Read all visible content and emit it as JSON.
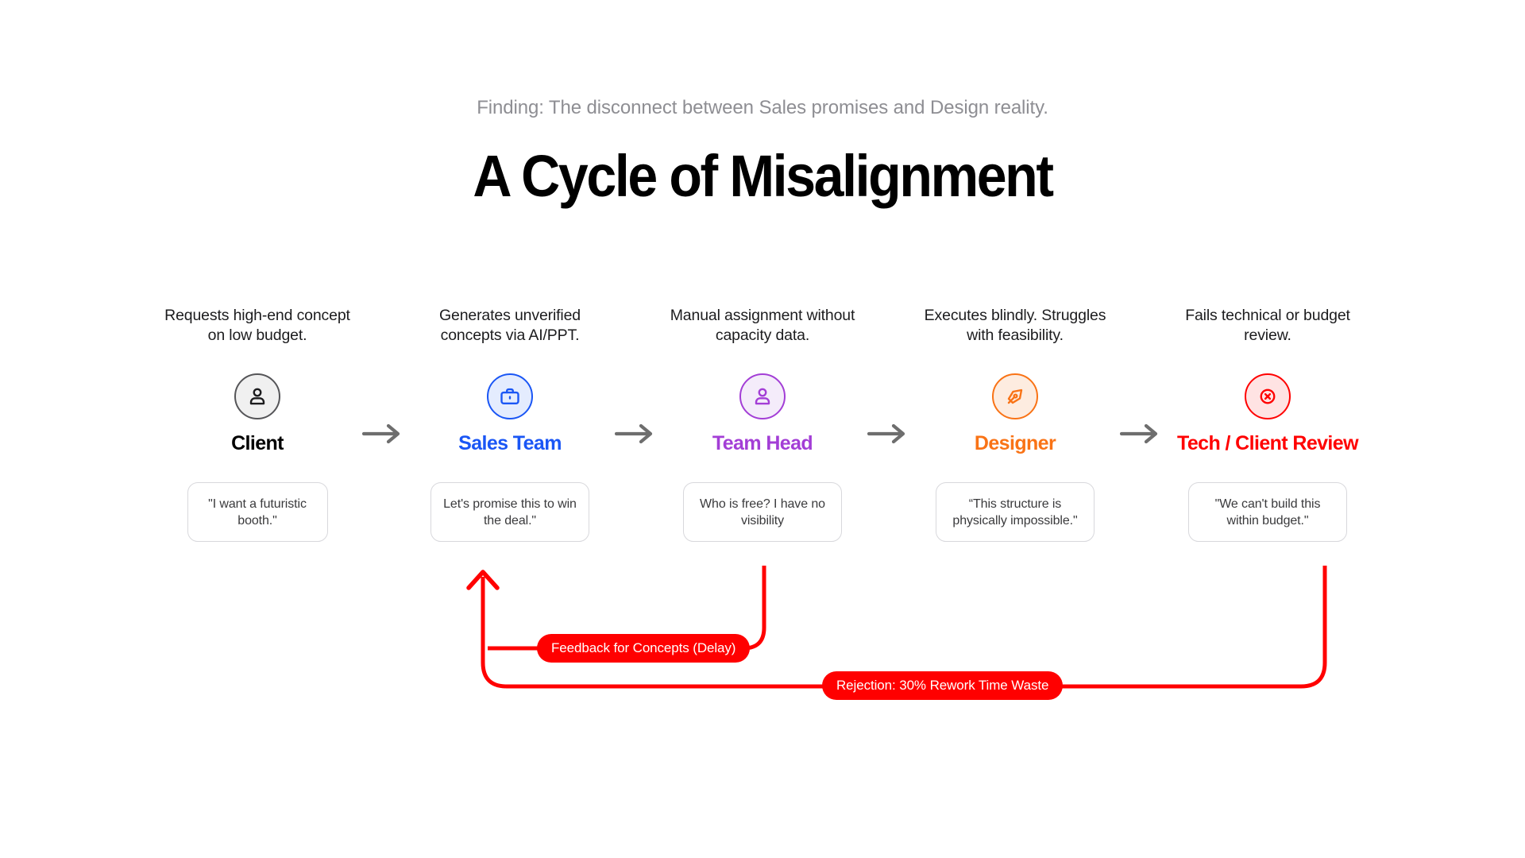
{
  "header": {
    "finding": "Finding: The disconnect between Sales promises and Design reality.",
    "title": "A Cycle of Misalignment"
  },
  "colors": {
    "client": "#555558",
    "sales": "#1a56f5",
    "team_head": "#a33ed6",
    "designer": "#f97316",
    "review": "#ff0000",
    "arrow_gray": "#6e6e6e",
    "loop_red": "#ff0000",
    "finding_gray": "#8e8e93",
    "quote_border": "#d8d8dc"
  },
  "flow": {
    "arrow_glyph": "→",
    "nodes": [
      {
        "id": "client",
        "icon": "person-icon",
        "description": "Requests high-end concept on low budget.",
        "title": "Client",
        "quote": "\"I want a futuristic booth.\""
      },
      {
        "id": "sales-team",
        "icon": "briefcase-icon",
        "description": "Generates unverified concepts via AI/PPT.",
        "title": "Sales Team",
        "quote": "Let's promise this to win the deal.\""
      },
      {
        "id": "team-head",
        "icon": "person-icon",
        "description": "Manual assignment without capacity data.",
        "title": "Team Head",
        "quote": "Who is free? I have no visibility"
      },
      {
        "id": "designer",
        "icon": "pen-nib-icon",
        "description": "Executes blindly. Struggles with feasibility.",
        "title": "Designer",
        "quote": "“This structure is physically impossible.\""
      },
      {
        "id": "tech-client-review",
        "icon": "x-circle-icon",
        "description": "Fails technical or budget review.",
        "title": "Tech / Client Review",
        "quote": "\"We can't build this within budget.\""
      }
    ]
  },
  "loops": [
    {
      "id": "feedback-loop",
      "label": "Feedback for Concepts (Delay)",
      "from": "team-head",
      "to": "sales-team"
    },
    {
      "id": "rejection-loop",
      "label": "Rejection: 30% Rework Time Waste",
      "from": "tech-client-review",
      "to": "sales-team"
    }
  ]
}
